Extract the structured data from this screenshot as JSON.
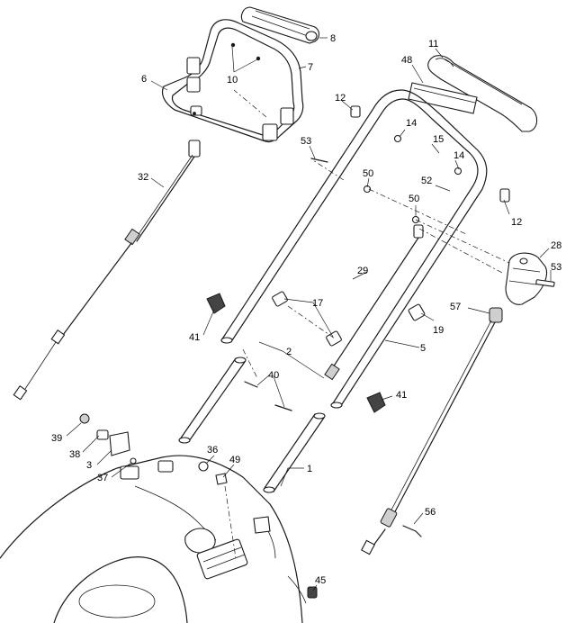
{
  "diagram": {
    "callouts": [
      {
        "id": "c8",
        "label": "8"
      },
      {
        "id": "c7",
        "label": "7"
      },
      {
        "id": "c10",
        "label": "10"
      },
      {
        "id": "c6",
        "label": "6"
      },
      {
        "id": "c11",
        "label": "11"
      },
      {
        "id": "c48",
        "label": "48"
      },
      {
        "id": "c12a",
        "label": "12"
      },
      {
        "id": "c14a",
        "label": "14"
      },
      {
        "id": "c15",
        "label": "15"
      },
      {
        "id": "c14b",
        "label": "14"
      },
      {
        "id": "c53a",
        "label": "53"
      },
      {
        "id": "c50a",
        "label": "50"
      },
      {
        "id": "c52",
        "label": "52"
      },
      {
        "id": "c12b",
        "label": "12"
      },
      {
        "id": "c32",
        "label": "32"
      },
      {
        "id": "c50b",
        "label": "50"
      },
      {
        "id": "c28",
        "label": "28"
      },
      {
        "id": "c53b",
        "label": "53"
      },
      {
        "id": "c29",
        "label": "29"
      },
      {
        "id": "c57",
        "label": "57"
      },
      {
        "id": "c17",
        "label": "17"
      },
      {
        "id": "c19",
        "label": "19"
      },
      {
        "id": "c41a",
        "label": "41"
      },
      {
        "id": "c5",
        "label": "5"
      },
      {
        "id": "c2",
        "label": "2"
      },
      {
        "id": "c40",
        "label": "40"
      },
      {
        "id": "c41b",
        "label": "41"
      },
      {
        "id": "c39",
        "label": "39"
      },
      {
        "id": "c38",
        "label": "38"
      },
      {
        "id": "c36",
        "label": "36"
      },
      {
        "id": "c49",
        "label": "49"
      },
      {
        "id": "c3",
        "label": "3"
      },
      {
        "id": "c37",
        "label": "37"
      },
      {
        "id": "c1",
        "label": "1"
      },
      {
        "id": "c56",
        "label": "56"
      },
      {
        "id": "c45",
        "label": "45"
      }
    ]
  }
}
